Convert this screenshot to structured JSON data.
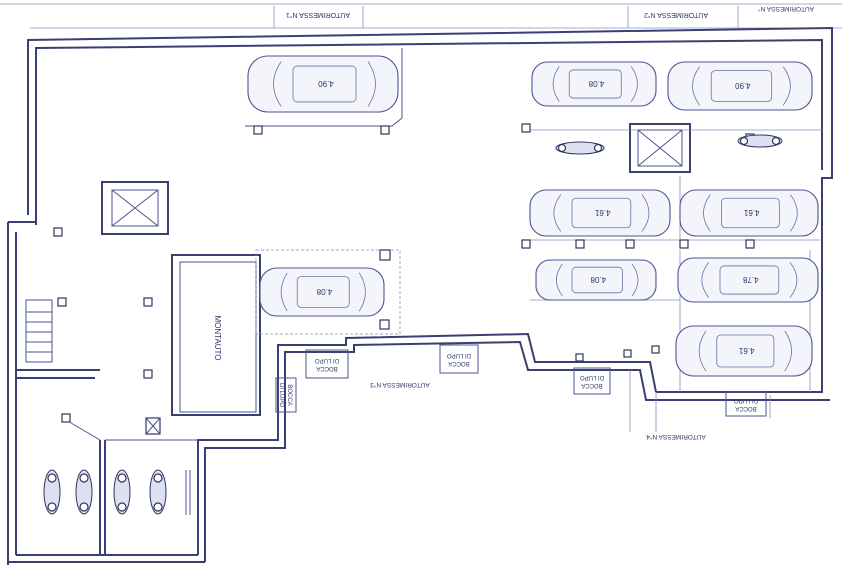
{
  "plan": {
    "colors": {
      "ink": "#3a3f73",
      "paper": "#ffffff"
    },
    "labels": {
      "autorimessa_1": "AUTORIMESSA N°1",
      "autorimessa_2": "AUTORIMESSA N°2",
      "autorimessa_3": "AUTORIMESSA N°3",
      "autorimessa_3_partial": "AUTORIMESSA N°",
      "autorimessa_4": "AUTORIMESSA N°4",
      "montalto": "MONTAUTO",
      "bocca_di_lupo": [
        "BOCCA",
        "DI LUPO"
      ]
    },
    "car_sizes": {
      "c1": "4.90",
      "c2": "4.08",
      "c3": "4.90",
      "c4": "4.61",
      "c5": "4.61",
      "c6": "4.08",
      "c7": "4.78",
      "c8": "4.08",
      "c9": "4.61"
    }
  }
}
